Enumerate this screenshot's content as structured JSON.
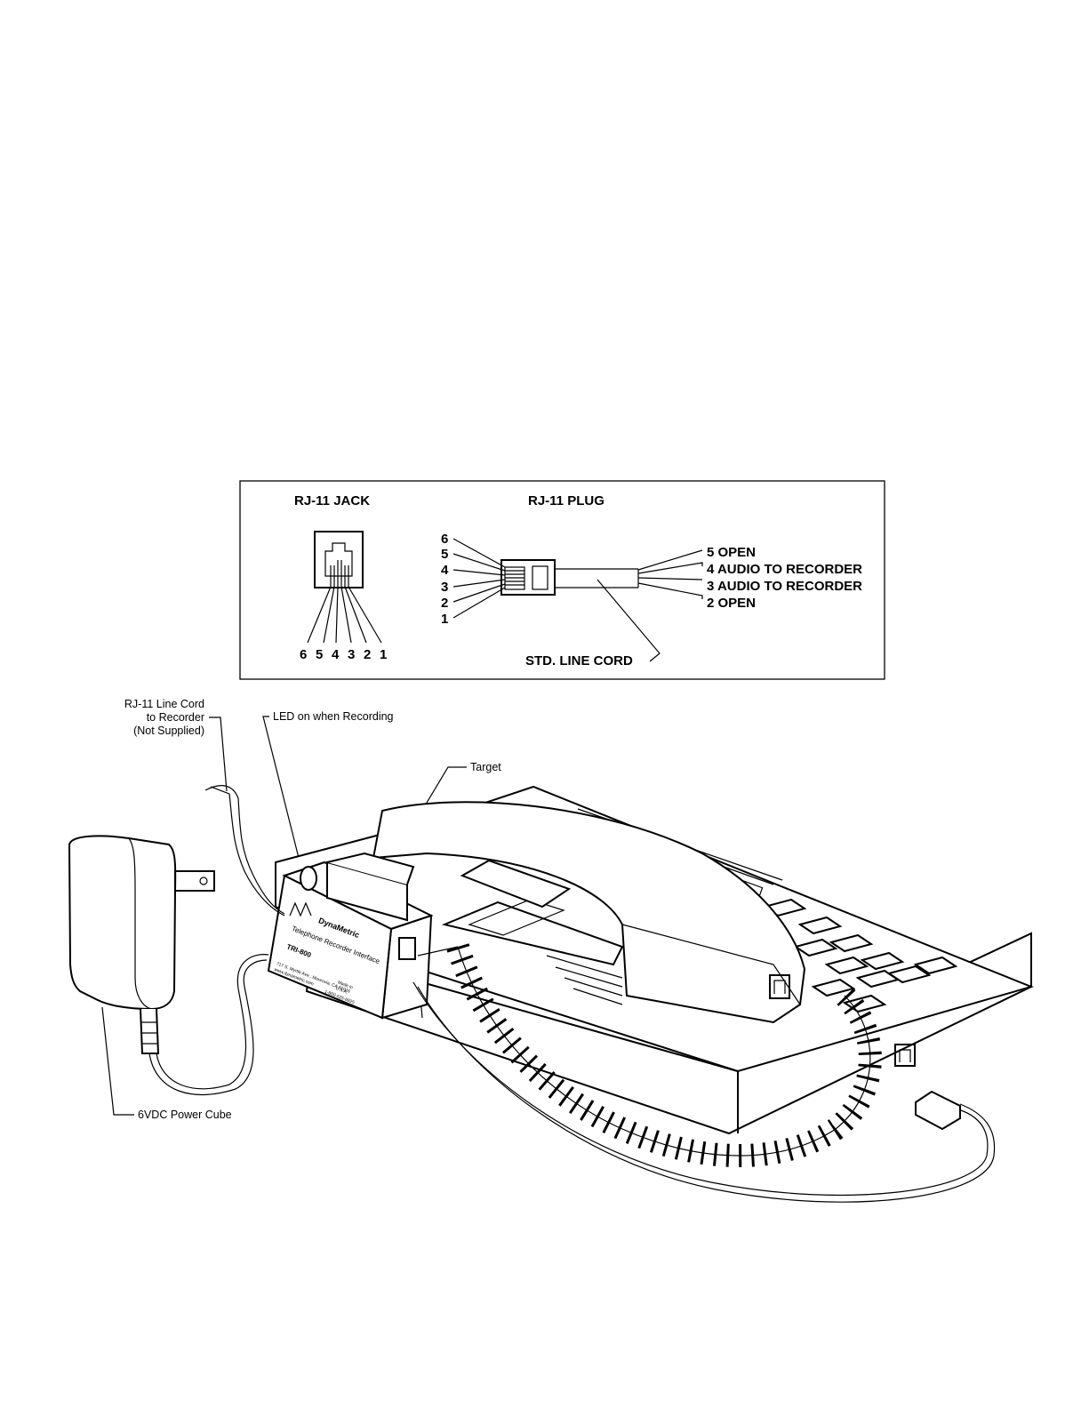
{
  "inset": {
    "jack_title": "RJ-11  JACK",
    "plug_title": "RJ-11 PLUG",
    "jack_pins": [
      "6",
      "5",
      "4",
      "3",
      "2",
      "1"
    ],
    "plug_pins": [
      "6",
      "5",
      "4",
      "3",
      "2",
      "1"
    ],
    "wire_labels": [
      "5 OPEN",
      "4 AUDIO TO RECORDER",
      "3 AUDIO TO RECORDER",
      "2 OPEN"
    ],
    "line_cord_label": "STD. LINE CORD"
  },
  "callouts": {
    "line_cord": [
      "RJ-11 Line Cord",
      "to Recorder",
      "(Not Supplied)"
    ],
    "led": "LED on when Recording",
    "target": "Target",
    "power": "6VDC Power Cube"
  },
  "device": {
    "brand": "DynaMetric",
    "name": "Telephone Recorder Interface",
    "model": "TRI-800",
    "address": "717 S. Myrtle Ave., Monrovia, CA 91016",
    "web": "www.dynametric.com",
    "made_in": "Made in",
    "country": "U.S.A.",
    "phone": "1-800-525-6925"
  }
}
